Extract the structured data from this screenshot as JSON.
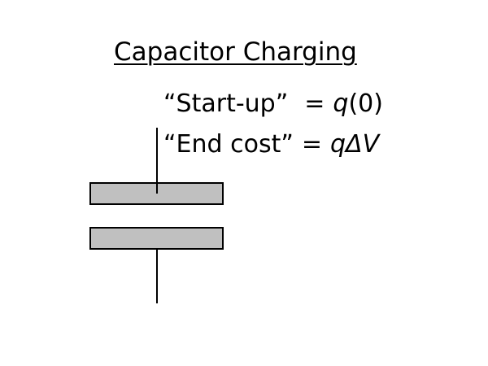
{
  "title": "Capacitor Charging",
  "equations": [
    {
      "label": "“Start-up”",
      "equals": "=",
      "variable": "q",
      "rest": "(0)"
    },
    {
      "label": "“End cost”",
      "equals": "=",
      "variable": "qΔV",
      "rest": ""
    }
  ],
  "colors": {
    "plate_fill": "#c0c0c0",
    "stroke": "#000000",
    "background": "#ffffff"
  }
}
